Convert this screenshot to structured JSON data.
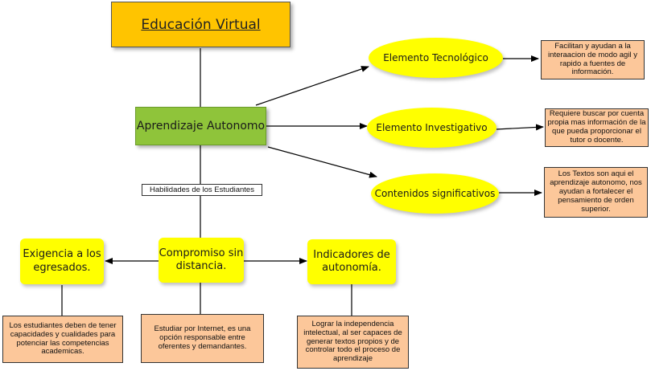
{
  "title": "Educación Virtual",
  "central": "Aprendizaje Autonomo",
  "elements": {
    "tecnologico": "Elemento Tecnológico",
    "investigativo": "Elemento Investigativo",
    "contenidos": "Contenidos significativos"
  },
  "notes_right": {
    "tecnologico": "Facilitan y ayudan a la interaacion de modo agil y rapido a fuentes de información.",
    "investigativo": "Requiere buscar por cuenta propia mas información de la que pueda proporcionar el tutor o docente.",
    "contenidos": "Los Textos son aqui el aprendizaje autonomo, nos ayudan a fortalecer el pensamiento de orden superior."
  },
  "habilidades_label": "Habilidades de los Estudiantes",
  "skills": {
    "exigencia": "Exigencia a los egresados.",
    "compromiso": "Compromiso sin distancia.",
    "indicadores": "Indicadores de autonomía."
  },
  "notes_bottom": {
    "exigencia": "Los estudiantes deben de tener capacidades y cualidades para potenciar las competencias academicas.",
    "compromiso": "Estudiar por Internet, es una opción responsable entre oferentes y demandantes.",
    "indicadores": "Lograr la independencia intelectual, al ser capaces de generar textos propios y de controlar todo el proceso de aprendizaje"
  }
}
